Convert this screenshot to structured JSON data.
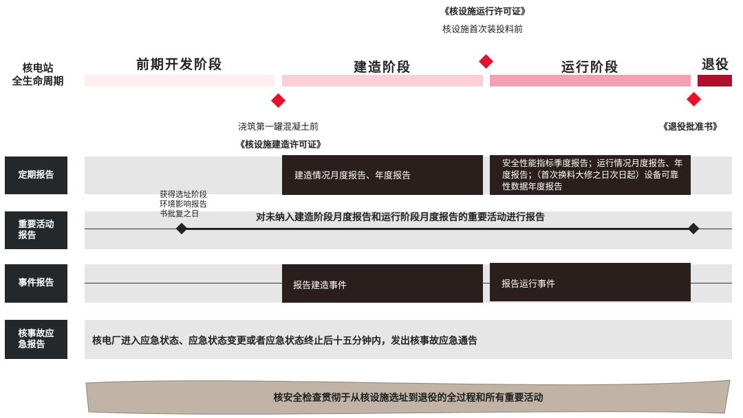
{
  "lifecycle": {
    "label_line1": "核电站",
    "label_line2": "全生命周期",
    "phases": [
      {
        "name": "前期开发阶段",
        "color": "#fdeef0"
      },
      {
        "name": "建造阶段",
        "color": "#fbcfd7"
      },
      {
        "name": "运行阶段",
        "color": "#f4a0b2"
      },
      {
        "name": "退役",
        "color": "#b0102b"
      }
    ],
    "milestones": {
      "construction_permit_event": "浇筑第一罐混凝土前",
      "construction_permit": "《核设施建造许可证》",
      "operating_permit": "《核设施运行许可证》",
      "operating_permit_event": "核设施首次装投料前",
      "decommission_permit": "《退役批准书》"
    }
  },
  "rows": {
    "periodic": {
      "label": "定期报告",
      "construction_text": "建造情况月度报告、年度报告",
      "operation_text": "安全性能指标季度报告；运行情况月度报告、年度报告；（首次换料大修之日次日起）设备可靠性数据年度报告"
    },
    "important": {
      "label_line1": "重要活动",
      "label_line2": "报告",
      "start_note": "获得选址阶段环境影响报告书批复之日",
      "text": "对未纳入建造阶段月度报告和运行阶段月度报告的重要活动进行报告"
    },
    "event": {
      "label": "事件报告",
      "construction_text": "报告建造事件",
      "operation_text": "报告运行事件"
    },
    "emergency": {
      "label_line1": "核事故应",
      "label_line2": "急报告",
      "text": "核电厂进入应急状态、应急状态变更或者应急状态终止后十五分钟内，发出核事故应急通告"
    }
  },
  "banner": {
    "text": "核安全检查贯彻于从核设施选址到退役的全过程和所有重要活动",
    "color": "#c1b4a7"
  }
}
